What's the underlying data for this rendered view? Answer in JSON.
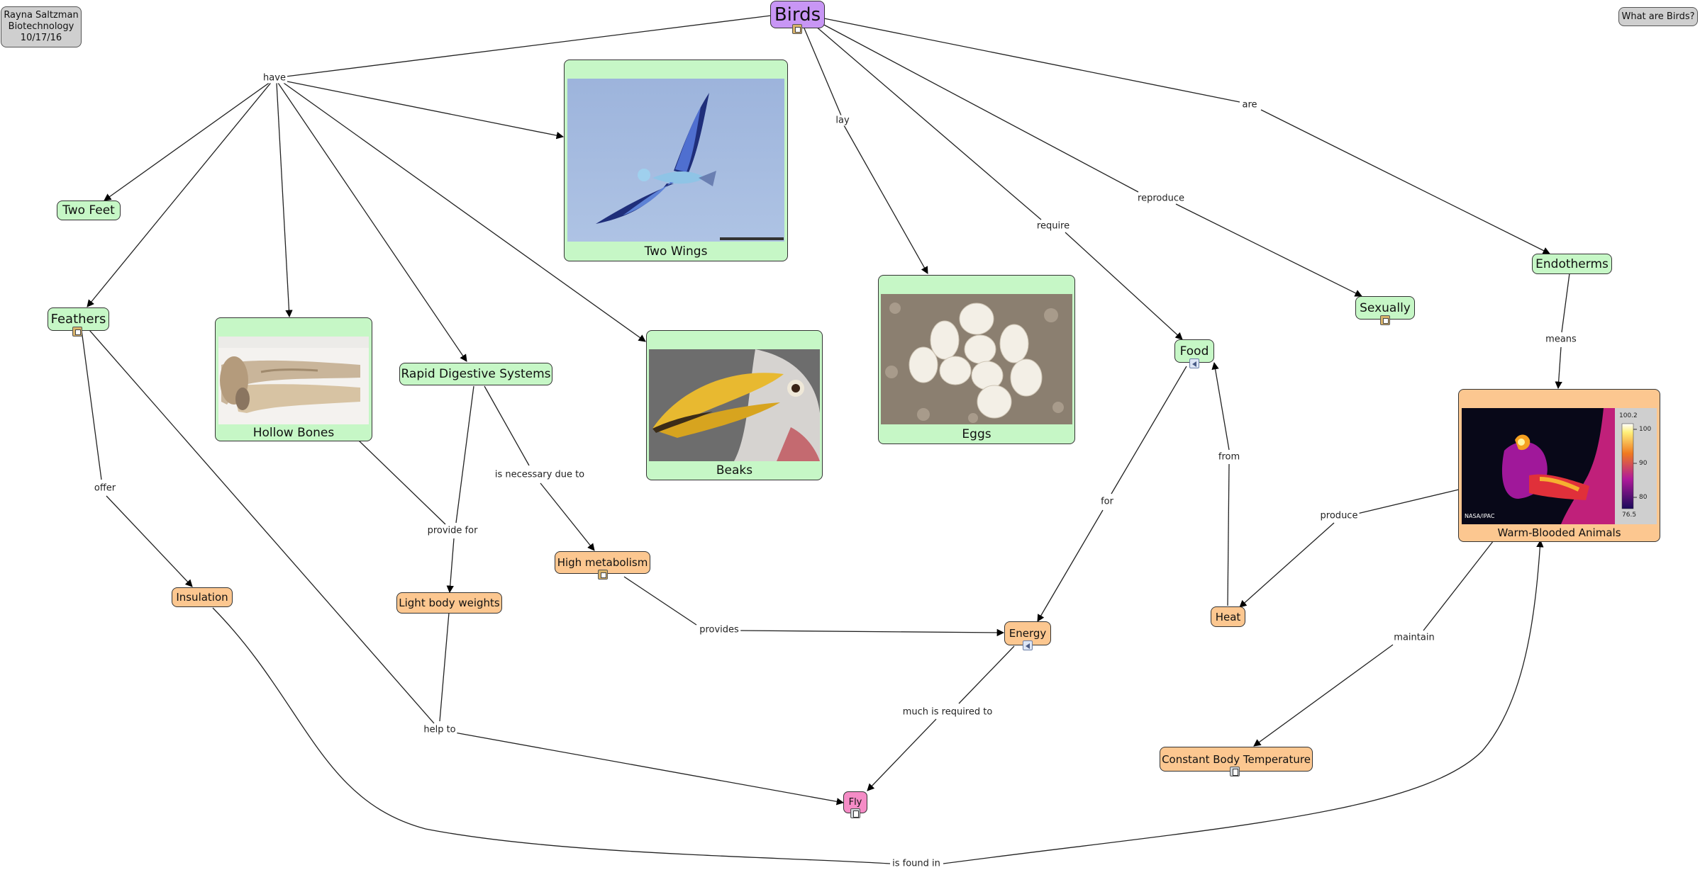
{
  "nodes": {
    "author": [
      "Rayna Saltzman",
      "Biotechnology",
      "10/17/16"
    ],
    "what_are_birds": "What are Birds?",
    "birds": "Birds",
    "two_feet": "Two Feet",
    "feathers": "Feathers",
    "hollow_bones": "Hollow Bones",
    "rapid_digestive": "Rapid Digestive Systems",
    "two_wings": "Two Wings",
    "beaks": "Beaks",
    "eggs": "Eggs",
    "food": "Food",
    "sexually": "Sexually",
    "endotherms": "Endotherms",
    "warm_blooded": "Warm-Blooded Animals",
    "high_metabolism": "High metabolism",
    "light_body": "Light body weights",
    "insulation": "Insulation",
    "energy": "Energy",
    "heat": "Heat",
    "fly": "Fly",
    "constant_temp": "Constant Body Temperature"
  },
  "links": {
    "have": "have",
    "lay": "lay",
    "require": "require",
    "reproduce": "reproduce",
    "are": "are",
    "means": "means",
    "offer": "offer",
    "provide_for": "provide for",
    "is_necessary": "is necessary due to",
    "provides": "provides",
    "for": "for",
    "from": "from",
    "produce": "produce",
    "maintain": "maintain",
    "much_required": "much is required to",
    "help_to": "help to",
    "is_found_in": "is found in"
  },
  "thermal_scale": [
    "100.2",
    "100",
    "90",
    "80",
    "76.5"
  ],
  "thermal_credit": "NASA/IPAC",
  "colors": {
    "concept_green": "#c6f7c6",
    "concept_orange": "#fcc790",
    "root_purple": "#c896f5",
    "fly_pink": "#f58cc6",
    "note_gray": "#cfcfcf"
  }
}
